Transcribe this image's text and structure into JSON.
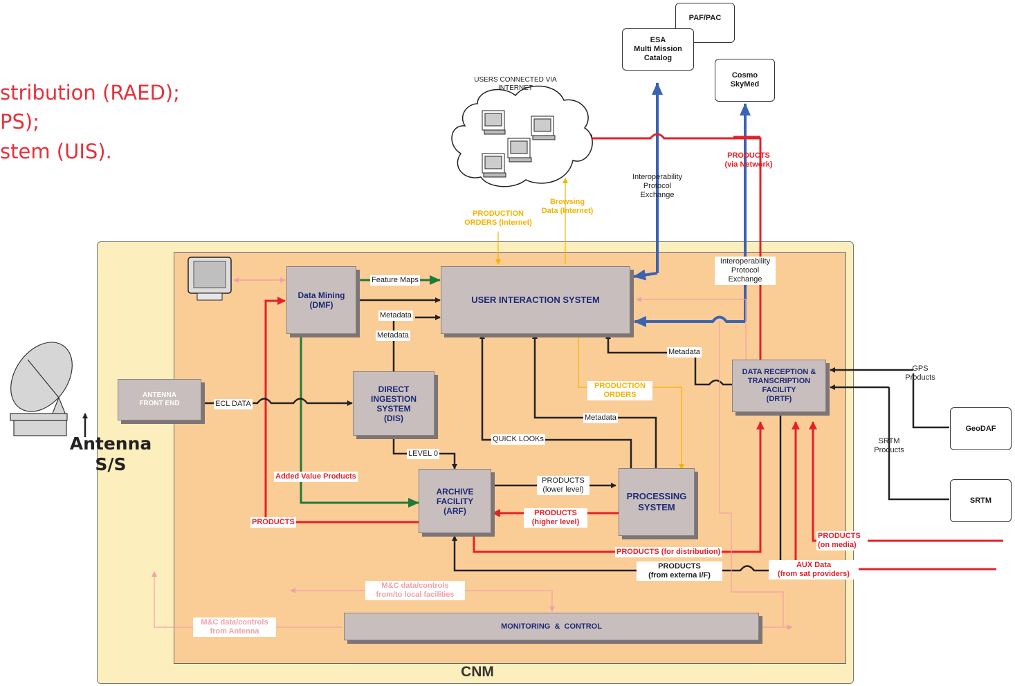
{
  "bullets": [
    "stribution (RAED);",
    "PS);",
    "stem (UIS)."
  ],
  "antenna": {
    "title_line1": "Antenna",
    "title_line2": "S/S"
  },
  "cnm_label": "CNM",
  "boxes": {
    "antenna_front_end": "ANTENNA\nFRONT END",
    "data_mining": "Data Mining\n(DMF)",
    "direct_ingestion": "DIRECT\nINGESTION\nSYSTEM\n(DIS)",
    "archive": "ARCHIVE\nFACILITY\n(ARF)",
    "processing": "PROCESSING\nSYSTEM",
    "uis": "USER INTERACTION SYSTEM",
    "drtf": "DATA RECEPTION &\nTRANSCRIPTION\nFACILITY\n(DRTF)",
    "monitoring": "MONITORING  &  CONTROL",
    "esa": "ESA\nMulti Mission\nCatalog",
    "paf": "PAF/PAC",
    "cosmo": "Cosmo\nSkyMed",
    "geodaf": "GeoDAF",
    "srtm": "SRTM"
  },
  "labels": {
    "users_connected": "USERS CONNECTED VIA\nINTERNET",
    "production_orders_internet": "PRODUCTION\nORDERS (Internet)",
    "browsing_data": "Browsing\nData (Internet)",
    "interop_top": "Interoperability\nProtocol\nExchange",
    "interop_inner": "Interoperability\nProtocol\nExchange",
    "products_via_network": "PRODUCTS\n(via Network)",
    "feature_maps": "Feature Maps",
    "metadata_1": "Metadata",
    "metadata_2": "Metadata",
    "metadata_3": "Metadata",
    "metadata_4": "Metadata",
    "ecl_data": "ECL DATA",
    "level0": "LEVEL 0",
    "quick_looks": "QUICK LOOKs",
    "production_orders": "PRODUCTION\nORDERS",
    "added_value": "Added Value Products",
    "products_left": "PRODUCTS",
    "products_lower": "PRODUCTS\n(lower level)",
    "products_higher": "PRODUCTS\n(higher level)",
    "products_distribution": "PRODUCTS (for distribution)",
    "products_externa": "PRODUCTS\n(from externa I/F)",
    "products_on_media": "PRODUCTS\n(on media)",
    "aux_data": "AUX Data\n(from sat providers)",
    "gps_products": "GPS\nProducts",
    "srtm_products": "SRTM\nProducts",
    "mc_local": "M&C data/controls\nfrom/to local facilities",
    "mc_antenna": "M&C data/controls\nfrom Antenna"
  },
  "colors": {
    "red": "#e5202a",
    "blue": "#3b63b3",
    "green": "#1f7a3a",
    "yellow": "#f2b400",
    "pink": "#f0a0a8",
    "outer": "#fdefbd",
    "inner": "#fbcd96"
  }
}
